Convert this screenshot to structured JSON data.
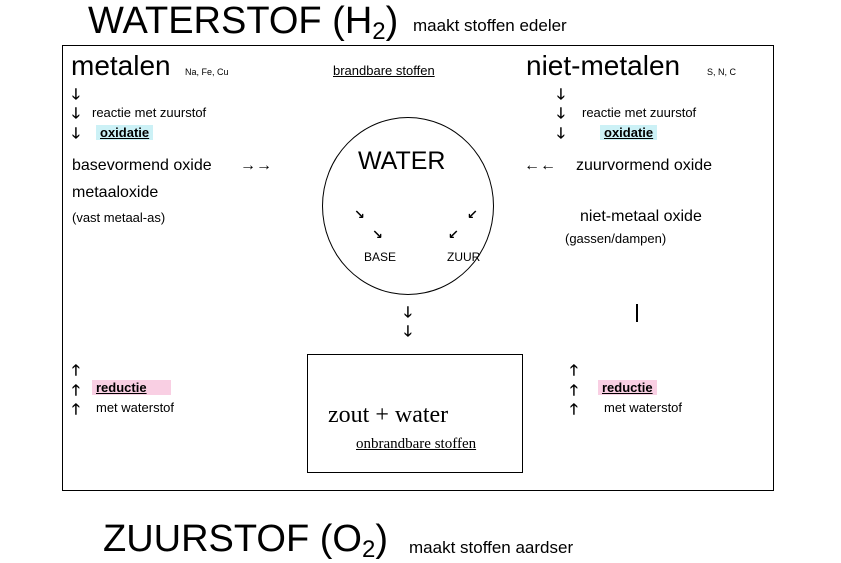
{
  "top": {
    "title": "WATERSTOF (H",
    "sub": "2",
    "close": ")",
    "note": "maakt stoffen edeler"
  },
  "bottom": {
    "title": "ZUURSTOF  (O",
    "sub": "2",
    "close": ")",
    "note": "maakt stoffen aardser"
  },
  "left": {
    "heading": "metalen",
    "examples": "Na, Fe, Cu",
    "arrow_down": "🡓",
    "reaction": "reactie met zuurstof",
    "oxidation": "oxidatie",
    "basic_oxide": "basevormend oxide",
    "arrows_right": "→→",
    "metal_oxide": "metaaloxide",
    "note": "(vast metaal-as)",
    "arrow_up": "🡑",
    "reduction": "reductie",
    "with_hydrogen": "met waterstof"
  },
  "center": {
    "flammable": "brandbare stoffen",
    "water": "WATER",
    "base": "BASE",
    "acid": "ZUUR",
    "arrow_se": "↘",
    "arrow_sw": "↙",
    "arrow_down": "🡓",
    "salt_water": "zout  + water",
    "nonflammable": "onbrandbare stoffen"
  },
  "right": {
    "heading": "niet-metalen",
    "examples": "S, N, C",
    "arrow_down": "🡓",
    "reaction": "reactie met zuurstof",
    "oxidation": "oxidatie",
    "arrows_left": "←←",
    "acidic_oxide": "zuurvormend oxide",
    "nonmetal_oxide": "niet-metaal  oxide",
    "note": "(gassen/dampen)",
    "arrow_up": "🡑",
    "reduction": "reductie",
    "with_hydrogen": "met waterstof"
  },
  "colors": {
    "oxidation_highlight": "#ccf1f6",
    "reduction_highlight": "#f9cfe3"
  }
}
